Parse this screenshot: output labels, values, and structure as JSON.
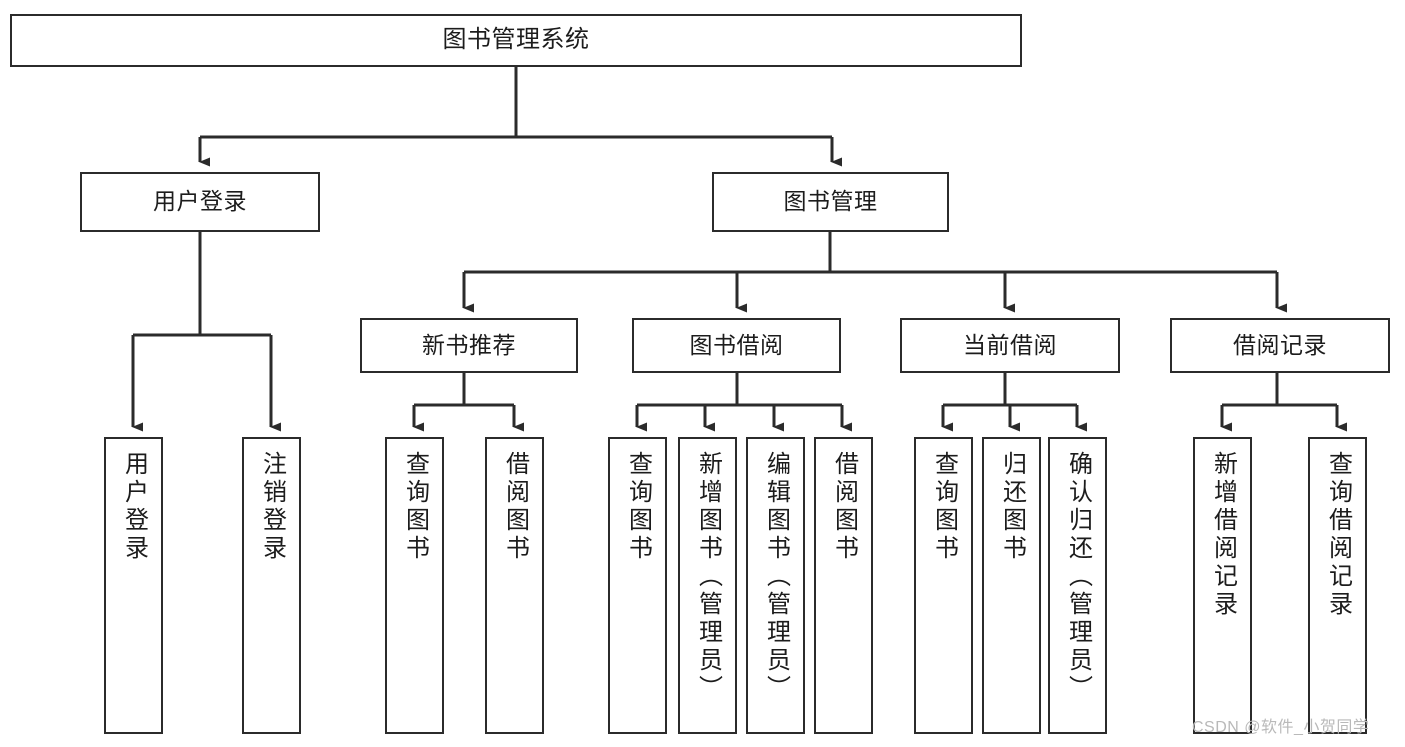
{
  "diagram": {
    "title": "图书管理系统",
    "type": "tree-hierarchy-diagram",
    "root": {
      "label": "图书管理系统"
    },
    "level1": [
      {
        "label": "用户登录"
      },
      {
        "label": "图书管理"
      }
    ],
    "level2": [
      {
        "label": "新书推荐"
      },
      {
        "label": "图书借阅"
      },
      {
        "label": "当前借阅"
      },
      {
        "label": "借阅记录"
      }
    ],
    "leaves": [
      {
        "label": "用户登录",
        "parent": "用户登录"
      },
      {
        "label": "注销登录",
        "parent": "用户登录"
      },
      {
        "label": "查询图书",
        "parent": "新书推荐"
      },
      {
        "label": "借阅图书",
        "parent": "新书推荐"
      },
      {
        "label": "查询图书",
        "parent": "图书借阅"
      },
      {
        "label": "新增图书（管理员）",
        "parent": "图书借阅"
      },
      {
        "label": "编辑图书（管理员）",
        "parent": "图书借阅"
      },
      {
        "label": "借阅图书",
        "parent": "图书借阅"
      },
      {
        "label": "查询图书",
        "parent": "当前借阅"
      },
      {
        "label": "归还图书",
        "parent": "当前借阅"
      },
      {
        "label": "确认归还（管理员）",
        "parent": "当前借阅"
      },
      {
        "label": "新增借阅记录",
        "parent": "借阅记录"
      },
      {
        "label": "查询借阅记录",
        "parent": "借阅记录"
      }
    ]
  },
  "watermark": {
    "text": "CSDN @软件_小贺同学"
  },
  "colors": {
    "stroke": "#2b2b2b",
    "fill": "#ffffff",
    "text": "#1c1c1c",
    "watermark": "#b9b9b9"
  }
}
